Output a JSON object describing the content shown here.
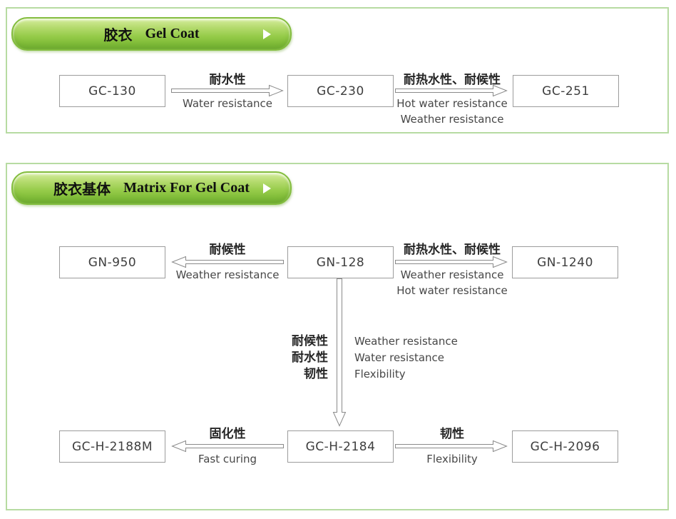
{
  "colors": {
    "section_border": "#b7dba2",
    "button_green": "#8cc63f",
    "box_border": "#9c9c9c",
    "arrow_outline": "#8a8a8a"
  },
  "section1": {
    "header": {
      "zh": "胶衣",
      "en": "Gel Coat"
    },
    "nodes": {
      "a": "GC-130",
      "b": "GC-230",
      "c": "GC-251"
    },
    "t1": {
      "zh": "耐水性",
      "en1": "Water resistance"
    },
    "t2": {
      "zh": "耐热水性、耐候性",
      "en1": "Hot water resistance",
      "en2": "Weather resistance"
    }
  },
  "section2": {
    "header": {
      "zh": "胶衣基体",
      "en": "Matrix For Gel Coat"
    },
    "nodes": {
      "left": "GN-950",
      "center": "GN-128",
      "right": "GN-1240",
      "bottom_left": "GC-H-2188M",
      "bottom_center": "GC-H-2184",
      "bottom_right": "GC-H-2096"
    },
    "t_left": {
      "zh": "耐候性",
      "en1": "Weather resistance"
    },
    "t_right": {
      "zh": "耐热水性、耐候性",
      "en1": "Weather resistance",
      "en2": "Hot water resistance"
    },
    "t_down": {
      "zh1": "耐候性",
      "zh2": "耐水性",
      "zh3": "韧性",
      "en1": "Weather resistance",
      "en2": "Water resistance",
      "en3": "Flexibility"
    },
    "t_bottom_left": {
      "zh": "固化性",
      "en1": "Fast curing"
    },
    "t_bottom_right": {
      "zh": "韧性",
      "en1": "Flexibility"
    }
  }
}
